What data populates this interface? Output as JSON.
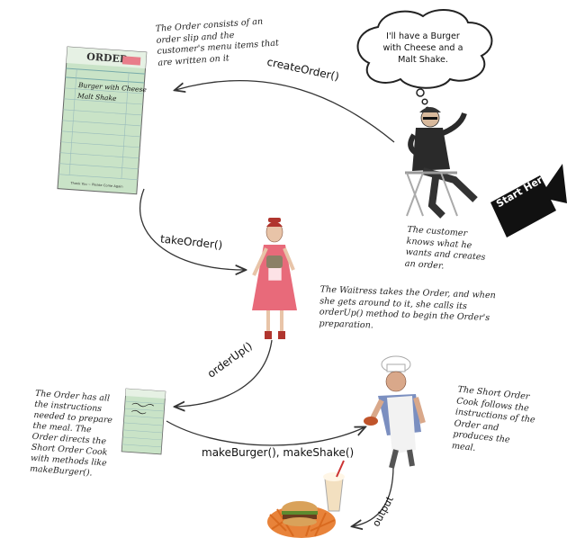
{
  "speech_bubble": {
    "text": "I'll have a Burger with Cheese and a Malt Shake."
  },
  "notes": {
    "order_note": "The Order consists of an order slip and the customer's menu items that are written on it",
    "customer_note": "The customer knows what he wants and creates an order.",
    "waitress_note": "The Waitress takes the Order, and when she gets around to it, she calls its orderUp() method to begin the Order's preparation.",
    "order_cook_note": "The Order has all the instructions needed to prepare the meal. The Order directs the Short Order Cook with methods like makeBurger().",
    "cook_note": "The Short Order Cook follows the instructions of the Order and produces the meal."
  },
  "arrows": {
    "create_order": "createOrder()",
    "take_order": "takeOrder()",
    "order_up": "orderUp()",
    "make_methods": "makeBurger(), makeShake()",
    "output": "output"
  },
  "start_here": "Start Here",
  "order_slip": {
    "title": "ORDER",
    "line1": "Burger with Cheese",
    "line2": "Malt Shake",
    "footer": "Thank You ~ Please Come Again"
  },
  "colors": {
    "slip_green": "#c9e3c7",
    "arrow": "#333333",
    "dress": "#e86a7a",
    "skin": "#e8c4a8"
  }
}
